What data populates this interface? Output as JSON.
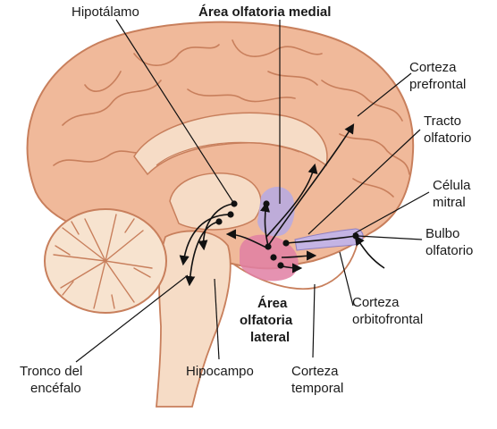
{
  "labels": {
    "hipotalamo": "Hipotálamo",
    "area_medial": "Área olfatoria medial",
    "corteza_prefrontal_1": "Corteza",
    "corteza_prefrontal_2": "prefrontal",
    "tracto_1": "Tracto",
    "tracto_2": "olfatorio",
    "celula_1": "Célula",
    "celula_2": "mitral",
    "bulbo_1": "Bulbo",
    "bulbo_2": "olfatorio",
    "orbito_1": "Corteza",
    "orbito_2": "orbitofrontal",
    "lateral_1": "Área",
    "lateral_2": "olfatoria",
    "lateral_3": "lateral",
    "hipocampo": "Hipocampo",
    "temporal_1": "Corteza",
    "temporal_2": "temporal",
    "tronco_1": "Tronco del",
    "tronco_2": "encéfalo"
  },
  "colors": {
    "cortex": "#f0b99a",
    "cortex_stroke": "#c87f5c",
    "deep": "#f6dcc6",
    "cerebellum": "#f7e3cf",
    "medial_area": "#b8abe0",
    "lateral_area": "#e07fa3",
    "bulb": "#c4b4e4"
  }
}
